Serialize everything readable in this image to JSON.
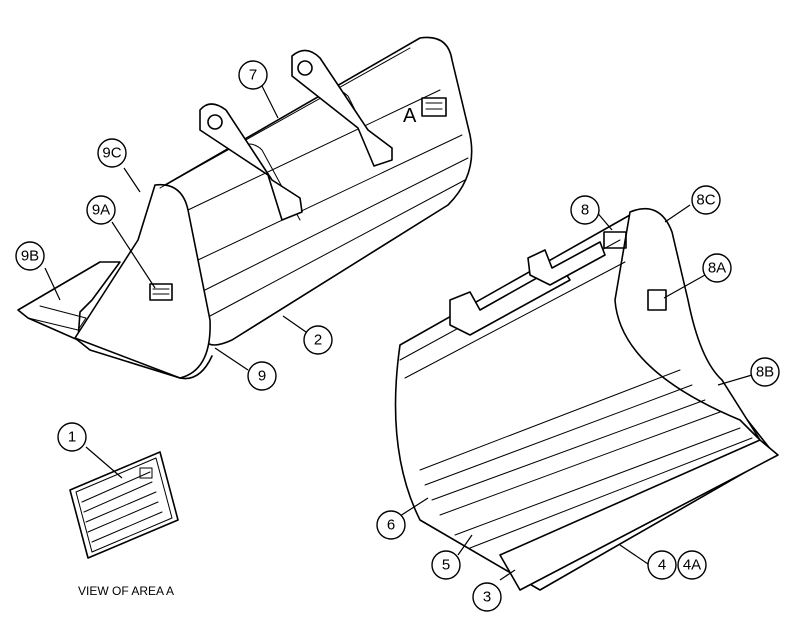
{
  "area_label": "A",
  "caption": "VIEW OF AREA A",
  "callouts": [
    {
      "id": "1"
    },
    {
      "id": "2"
    },
    {
      "id": "3"
    },
    {
      "id": "4"
    },
    {
      "id": "4A"
    },
    {
      "id": "5"
    },
    {
      "id": "6"
    },
    {
      "id": "7"
    },
    {
      "id": "8"
    },
    {
      "id": "8A"
    },
    {
      "id": "8B"
    },
    {
      "id": "8C"
    },
    {
      "id": "9"
    },
    {
      "id": "9A"
    },
    {
      "id": "9B"
    },
    {
      "id": "9C"
    }
  ],
  "colors": {
    "line": "#000000",
    "background": "#ffffff"
  }
}
